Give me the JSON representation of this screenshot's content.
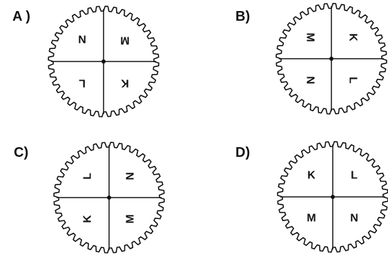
{
  "options": [
    {
      "label": "A )",
      "letters": [
        "N",
        "M",
        "L",
        "K"
      ],
      "rotations": [
        0,
        180,
        180,
        180
      ]
    },
    {
      "label": "B)",
      "letters": [
        "M",
        "K",
        "N",
        "L"
      ],
      "rotations": [
        90,
        90,
        90,
        90
      ]
    },
    {
      "label": "C)",
      "letters": [
        "L",
        "N",
        "K",
        "M"
      ],
      "rotations": [
        -90,
        -90,
        -90,
        -90
      ]
    },
    {
      "label": "D)",
      "letters": [
        "K",
        "L",
        "M",
        "N"
      ],
      "rotations": [
        0,
        0,
        0,
        0
      ]
    }
  ],
  "colors": {
    "ink": "#111111",
    "background": "#ffffff"
  }
}
